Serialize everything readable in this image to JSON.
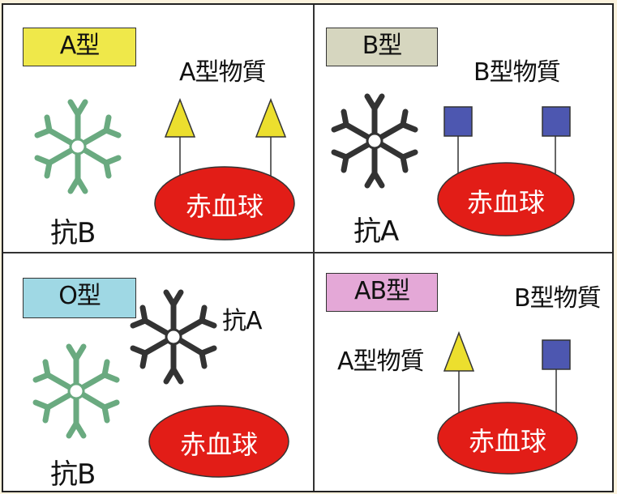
{
  "colors": {
    "badge_a": "#efe84a",
    "badge_b": "#d6d6bf",
    "badge_o": "#9fd8e4",
    "badge_ab": "#e4a8d7",
    "antibody_green": "#6aaa80",
    "antibody_dark": "#333333",
    "rbc_red": "#e21d17",
    "antigen_a_yellow": "#ecdf2e",
    "antigen_b_blue": "#4d57b0"
  },
  "panels": {
    "a": {
      "badge": "A型",
      "antigen_label": "A型物質",
      "antibody_label": "抗B",
      "rbc_label": "赤血球"
    },
    "b": {
      "badge": "B型",
      "antigen_label": "B型物質",
      "antibody_label": "抗A",
      "rbc_label": "赤血球"
    },
    "o": {
      "badge": "O型",
      "antibody_label_1": "抗A",
      "antibody_label_2": "抗B",
      "rbc_label": "赤血球"
    },
    "ab": {
      "badge": "AB型",
      "antigen_label_a": "A型物質",
      "antigen_label_b": "B型物質",
      "rbc_label": "赤血球"
    }
  }
}
